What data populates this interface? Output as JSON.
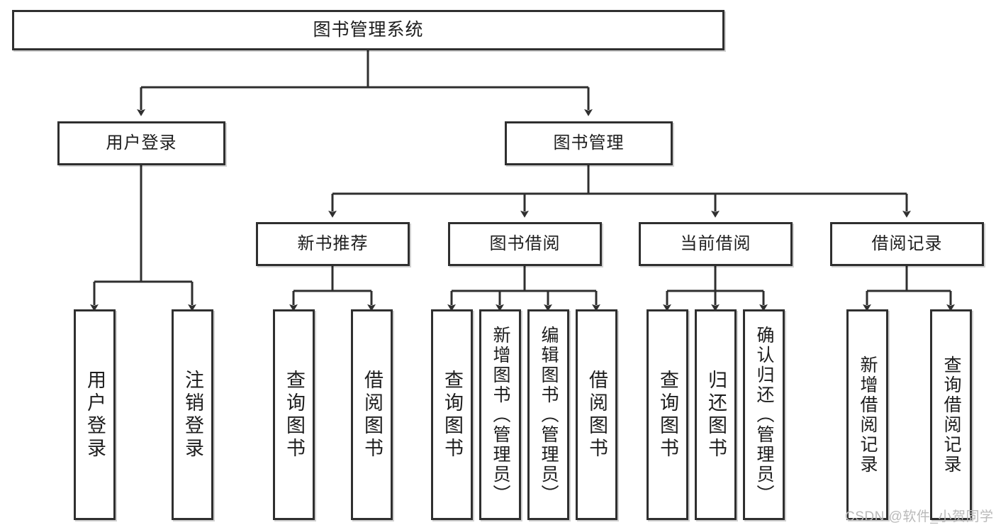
{
  "diagram": {
    "title": "图书管理系统",
    "type": "tree-hierarchy-diagram",
    "watermark": "CSDN @软件_小贺同学",
    "style": {
      "border_color": "#2f2f2f",
      "fill_color": "#ffffff",
      "text_color": "#1d1d1d",
      "line_color": "#2f2f2f",
      "watermark_color": "#b9b9b9"
    },
    "nodes": {
      "root": {
        "label": "图书管理系统"
      },
      "level2": [
        {
          "id": "user-login",
          "label": "用户登录"
        },
        {
          "id": "book-management",
          "label": "图书管理"
        }
      ],
      "level3": [
        {
          "id": "new-book-recommend",
          "label": "新书推荐"
        },
        {
          "id": "book-borrow",
          "label": "图书借阅"
        },
        {
          "id": "current-borrow",
          "label": "当前借阅"
        },
        {
          "id": "borrow-record",
          "label": "借阅记录"
        }
      ],
      "leaves": {
        "user_login": [
          {
            "id": "leaf-user-login",
            "label": "用户登录"
          },
          {
            "id": "leaf-logout-login",
            "label": "注销登录"
          }
        ],
        "new_book_recommend": [
          {
            "id": "leaf-query-book-1",
            "label": "查询图书"
          },
          {
            "id": "leaf-borrow-book-1",
            "label": "借阅图书"
          }
        ],
        "book_borrow": [
          {
            "id": "leaf-query-book-2",
            "label": "查询图书"
          },
          {
            "id": "leaf-add-book-admin",
            "label": "新增图书（管理员）"
          },
          {
            "id": "leaf-edit-book-admin",
            "label": "编辑图书（管理员）"
          },
          {
            "id": "leaf-borrow-book-2",
            "label": "借阅图书"
          }
        ],
        "current_borrow": [
          {
            "id": "leaf-query-book-3",
            "label": "查询图书"
          },
          {
            "id": "leaf-return-book",
            "label": "归还图书"
          },
          {
            "id": "leaf-confirm-return-admin",
            "label": "确认归还（管理员）"
          }
        ],
        "borrow_record": [
          {
            "id": "leaf-add-borrow-record",
            "label": "新增借阅记录"
          },
          {
            "id": "leaf-query-borrow-record",
            "label": "查询借阅记录"
          }
        ]
      }
    }
  }
}
